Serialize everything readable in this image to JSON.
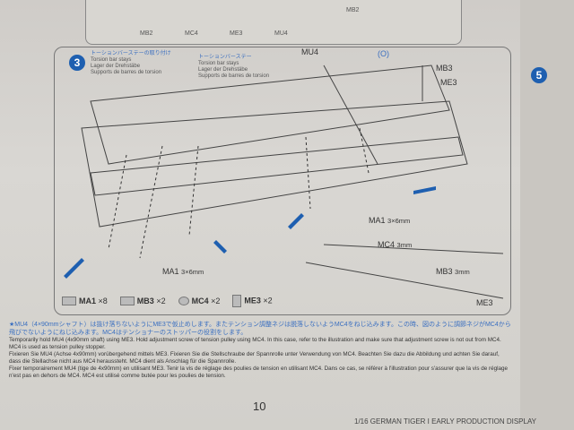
{
  "top_box": {
    "labels": [
      "MB2",
      "MB2",
      "MC4",
      "ME3",
      "MU4"
    ]
  },
  "step3": {
    "number": "3",
    "title_jp": "トーションバーステーの取り付け",
    "title_en": "Torsion bar stays",
    "title_de": "Lager der Drehstäbe",
    "title_fr": "Supports de barres de torsion",
    "callout_jp": "トーションバーステー",
    "callout_en": "Torsion bar stays",
    "callout_de": "Lager der Drehstäbe",
    "callout_fr": "Supports de barres de torsion",
    "labels": {
      "mu4": "MU4",
      "o": "(O)",
      "mb3": "MB3",
      "me3": "ME3",
      "ma1_right": "MA1",
      "ma1_right_size": "3×6mm",
      "ma1_left": "MA1",
      "ma1_left_size": "3×6mm",
      "mc4": "MC4",
      "mc4_size": "3mm",
      "mb3_detail": "MB3",
      "mb3_detail_size": "3mm",
      "me3_detail": "ME3"
    }
  },
  "parts_legend": [
    {
      "name": "MA1",
      "qty": "×8"
    },
    {
      "name": "MB3",
      "qty": "×2"
    },
    {
      "name": "MC4",
      "qty": "×2"
    },
    {
      "name": "ME3",
      "qty": "×2"
    }
  ],
  "instructions": {
    "jp": "★MU4（4×90mmシャフト）は抜け落ちないようにME3で仮止めします。またテンション調整ネジは脱落しないようMC4をねじ込みます。この時、図のように調節ネジがMC4から飛びでないようにねじ込みます。MC4はテンショナーのストッパーの役割をします。",
    "en": "Temporarily hold MU4 (4x90mm shaft) using ME3. Hold adjustment screw of tension pulley using MC4. In this case, refer to the illustration and make sure that adjustment screw is not out from MC4. MC4 is used as tension pulley stopper.",
    "de": "Fixieren Sie MU4 (Achse 4x90mm) vorübergehend mittels ME3. Fixieren Sie die Stellschraube der Spannrolle unter Verwendung von MC4. Beachten Sie dazu die Abbildung und achten Sie darauf, dass die Stellachse nicht aus MC4 heraussteht. MC4 dient als Anschlag für die Spannrolle.",
    "fr": "Fixer temporairement MU4 (tige de 4x90mm) en utilisant ME3. Tenir la vis de réglage des poulies de tension en utilisant MC4. Dans ce cas, se référer à l'illustration pour s'assurer que la vis de réglage n'est pas en dehors de MC4. MC4 est utilisé comme butée pour les poulies de tension."
  },
  "page_number": "10",
  "footer": "1/16 GERMAN TIGER I EARLY PRODUCTION DISPLAY",
  "next_step": "5"
}
